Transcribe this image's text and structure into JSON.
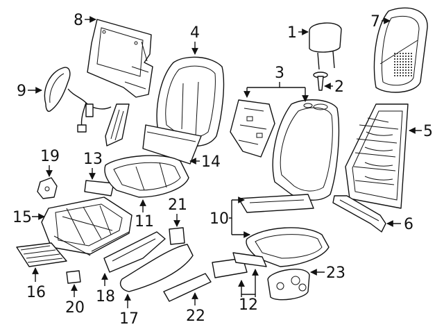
{
  "callouts": {
    "c1": "1",
    "c2": "2",
    "c3": "3",
    "c4": "4",
    "c5": "5",
    "c6": "6",
    "c7": "7",
    "c8": "8",
    "c9": "9",
    "c10": "10",
    "c11": "11",
    "c12": "12",
    "c13": "13",
    "c14": "14",
    "c15": "15",
    "c16": "16",
    "c17": "17",
    "c18": "18",
    "c19": "19",
    "c20": "20",
    "c21": "21",
    "c22": "22",
    "c23": "23"
  },
  "colors": {
    "line": "#111111",
    "background": "#ffffff"
  }
}
